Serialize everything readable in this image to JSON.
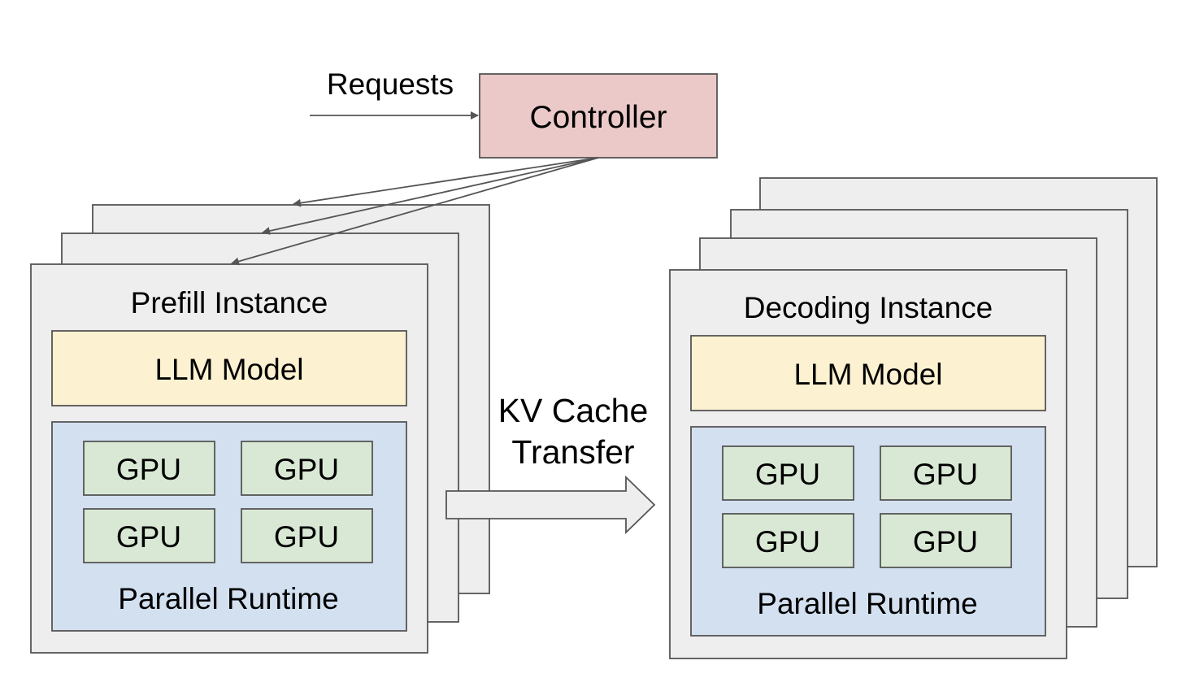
{
  "requests_label": "Requests",
  "controller": {
    "label": "Controller",
    "color": "#ecc9c9"
  },
  "kv_transfer": {
    "line1": "KV Cache",
    "line2": "Transfer"
  },
  "prefill": {
    "title": "Prefill Instance",
    "model_label": "LLM Model",
    "gpus": [
      "GPU",
      "GPU",
      "GPU",
      "GPU"
    ],
    "runtime_label": "Parallel Runtime",
    "stack_count": 3
  },
  "decoding": {
    "title": "Decoding Instance",
    "model_label": "LLM Model",
    "gpus": [
      "GPU",
      "GPU",
      "GPU",
      "GPU"
    ],
    "runtime_label": "Parallel Runtime",
    "stack_count": 4
  },
  "colors": {
    "instance_fill": "#eeeeee",
    "model_fill": "#fcf1d0",
    "runtime_fill": "#d3e0f0",
    "gpu_fill": "#d9e8d4",
    "stroke": "#555555"
  }
}
